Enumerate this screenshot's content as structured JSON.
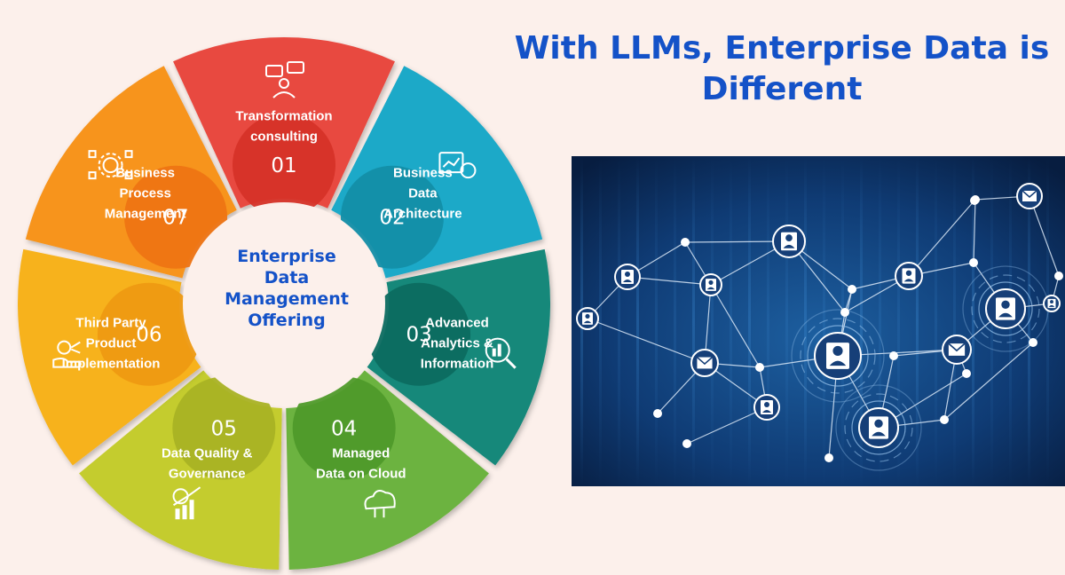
{
  "title": {
    "line1": "With LLMs, Enterprise Data is",
    "line2": "Different"
  },
  "wheel": {
    "center_lines": [
      "Enterprise",
      "Data",
      "Management",
      "Offering"
    ],
    "segments": [
      {
        "num": "01",
        "lines": [
          "Transformation",
          "consulting"
        ],
        "color": "#e8483f",
        "dark": "#d63328",
        "icon": "consulting-icon"
      },
      {
        "num": "02",
        "lines": [
          "Business",
          "Data",
          "Architecture"
        ],
        "color": "#1aa9c8",
        "dark": "#138ea8",
        "icon": "architecture-icon"
      },
      {
        "num": "03",
        "lines": [
          "Advanced",
          "Analytics &",
          "Information"
        ],
        "color": "#13887a",
        "dark": "#0c6c60",
        "icon": "analytics-icon"
      },
      {
        "num": "04",
        "lines": [
          "Managed",
          "Data on Cloud"
        ],
        "color": "#6cb33f",
        "dark": "#4f9a2a",
        "icon": "cloud-icon"
      },
      {
        "num": "05",
        "lines": [
          "Data Quality &",
          "Governance"
        ],
        "color": "#c4cc2e",
        "dark": "#a9b224",
        "icon": "quality-icon"
      },
      {
        "num": "06",
        "lines": [
          "Third Party",
          "Product",
          "Implementation"
        ],
        "color": "#f7b21c",
        "dark": "#ee9a12",
        "icon": "implementation-icon"
      },
      {
        "num": "07",
        "lines": [
          "Business",
          "Process",
          "Management"
        ],
        "color": "#f7941d",
        "dark": "#ee7413",
        "icon": "process-icon"
      }
    ]
  },
  "network": {
    "background": "#0c2c5c",
    "accent": "#ffffff",
    "node_icons": [
      "person-icon",
      "mail-icon"
    ]
  }
}
